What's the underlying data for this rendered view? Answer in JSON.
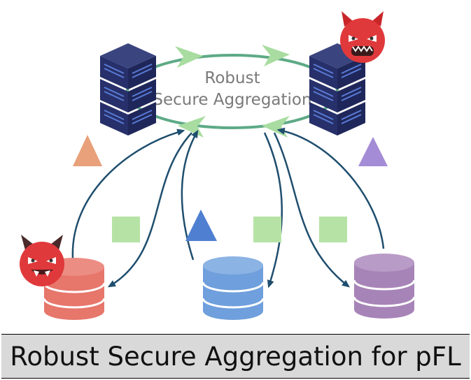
{
  "title": {
    "line1": "Robust",
    "line2": "Secure Aggregation"
  },
  "caption": "Robust Secure Aggregation for pFL",
  "nodes": {
    "servers": [
      "server-left",
      "server-right"
    ],
    "clients": [
      "client-red",
      "client-blue",
      "client-purple"
    ],
    "adversaries": [
      "malicious-server-devil",
      "malicious-client-devil"
    ]
  },
  "colors": {
    "server": "#2b3570",
    "ring_arrow": "#a8dca0",
    "link_arrow": "#1f4e6e",
    "client_red": "#e7766b",
    "client_blue": "#6f9fdc",
    "client_purple": "#a784b8",
    "triangle_orange": "#e8a17a",
    "triangle_blue": "#4f7fd0",
    "triangle_purple": "#a48cd6",
    "square_green": "#b6e3a5",
    "devil": "#e0393b",
    "caption_bg": "#d9d9d9"
  }
}
